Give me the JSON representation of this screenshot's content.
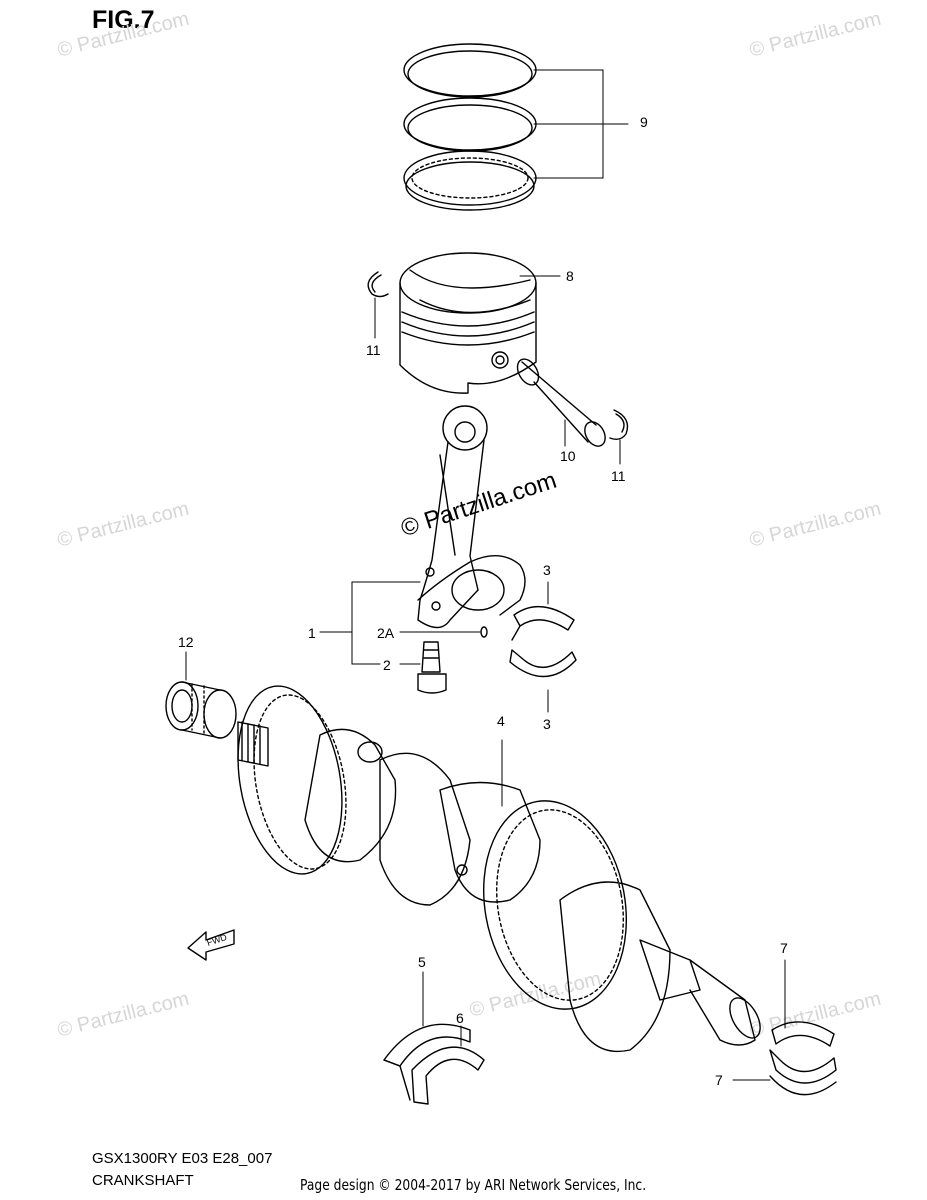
{
  "figure": {
    "title": "FIG.7"
  },
  "callouts": {
    "c9": "9",
    "c8": "8",
    "c11a": "11",
    "c10": "10",
    "c11b": "11",
    "c3a": "3",
    "c1": "1",
    "c2a": "2A",
    "c2": "2",
    "c3b": "3",
    "c12": "12",
    "c4": "4",
    "c7a": "7",
    "c5": "5",
    "c6": "6",
    "c7b": "7"
  },
  "watermark": {
    "corner": "© Partzilla.com",
    "center": "© Partzilla.com"
  },
  "footer": {
    "model_code": "GSX1300RY E03 E28_007",
    "part_group": "CRANKSHAFT",
    "copyright": "Page design © 2004-2017 by ARI Network Services, Inc."
  },
  "badge": {
    "fwd": "FWD"
  }
}
